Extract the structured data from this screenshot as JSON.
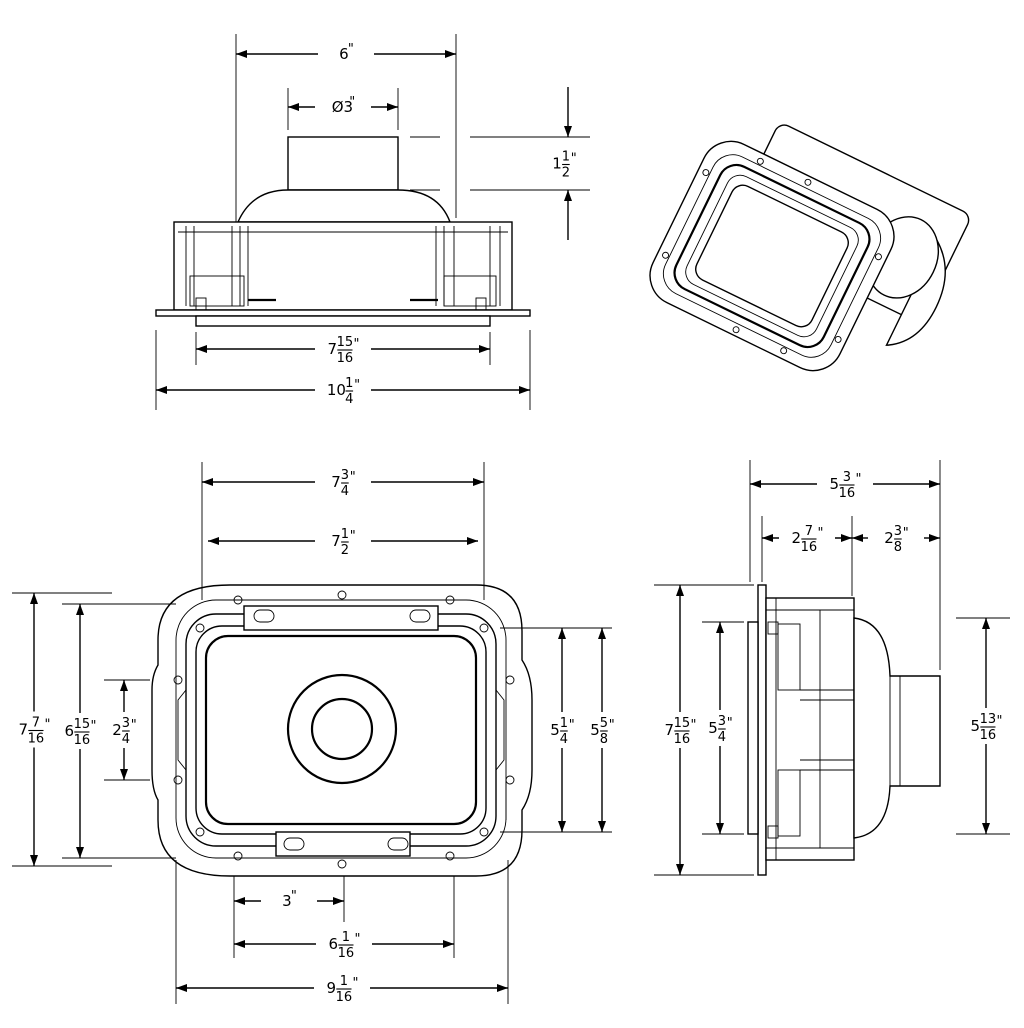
{
  "drawing": {
    "front_view": {
      "overall_width": {
        "whole": "6",
        "unit": "\""
      },
      "collar_diameter": {
        "whole": "Ø3",
        "unit": "\""
      },
      "collar_height": {
        "whole": "1",
        "num": "1",
        "den": "2",
        "unit": "\""
      },
      "inner_width": {
        "whole": "7",
        "num": "15",
        "den": "16",
        "unit": "\""
      },
      "flange_width": {
        "whole": "10",
        "num": "1",
        "den": "4",
        "unit": "\""
      }
    },
    "top_view": {
      "outer_width": {
        "whole": "7",
        "num": "3",
        "den": "4",
        "unit": "\""
      },
      "inner_width": {
        "whole": "7",
        "num": "1",
        "den": "2",
        "unit": "\""
      },
      "overall_height": {
        "whole": "7",
        "num": "7",
        "den": "16",
        "unit": "\""
      },
      "inner_height": {
        "whole": "6",
        "num": "15",
        "den": "16",
        "unit": "\""
      },
      "tab_height": {
        "whole": "2",
        "num": "3",
        "den": "4",
        "unit": "\""
      },
      "box_height": {
        "whole": "5",
        "num": "1",
        "den": "4",
        "unit": "\""
      },
      "box_outer_height": {
        "whole": "5",
        "num": "5",
        "den": "8",
        "unit": "\""
      },
      "offset": {
        "whole": "3",
        "unit": "\""
      },
      "bottom_inner": {
        "whole": "6",
        "num": "1",
        "den": "16",
        "unit": "\""
      },
      "bottom_overall": {
        "whole": "9",
        "num": "1",
        "den": "16",
        "unit": "\""
      }
    },
    "side_view": {
      "overall_depth": {
        "whole": "5",
        "num": "3",
        "den": "16",
        "unit": "\""
      },
      "box_depth": {
        "whole": "2",
        "num": "7",
        "den": "16",
        "unit": "\""
      },
      "dome_depth": {
        "whole": "2",
        "num": "3",
        "den": "8",
        "unit": "\""
      },
      "flange_height": {
        "whole": "7",
        "num": "15",
        "den": "16",
        "unit": "\""
      },
      "box_height": {
        "whole": "5",
        "num": "3",
        "den": "4",
        "unit": "\""
      },
      "dome_height": {
        "whole": "5",
        "num": "13",
        "den": "16",
        "unit": "\""
      }
    }
  }
}
